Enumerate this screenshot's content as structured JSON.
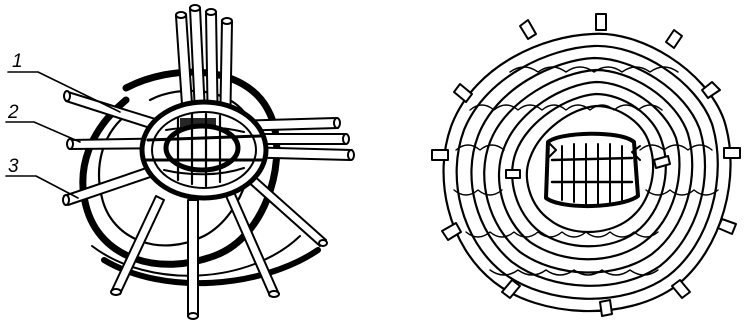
{
  "figure": {
    "callouts": [
      {
        "id": "1",
        "text": "1"
      },
      {
        "id": "2",
        "text": "2"
      },
      {
        "id": "3",
        "text": "3"
      }
    ],
    "colors": {
      "ink": "#000000",
      "paper": "#ffffff"
    }
  }
}
